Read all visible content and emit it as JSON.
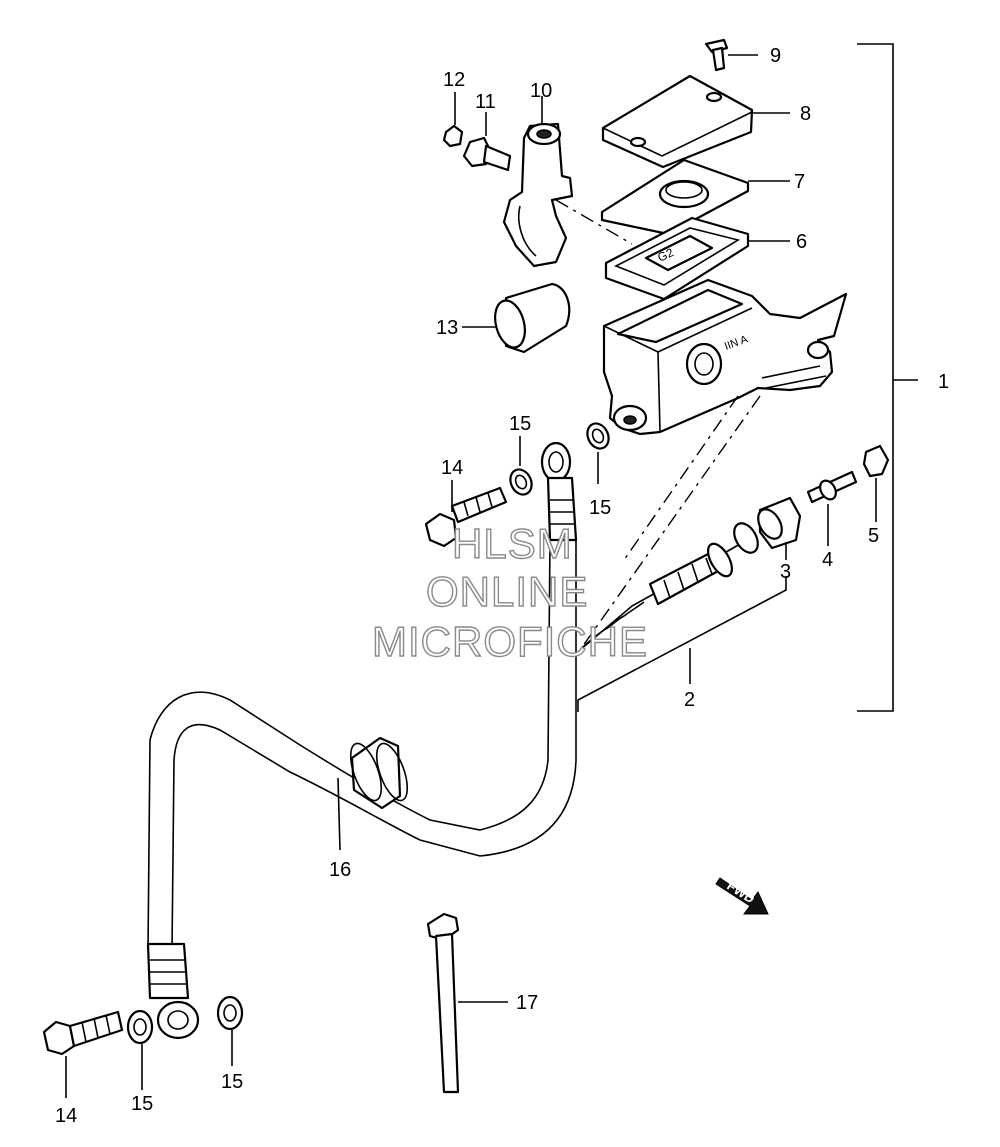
{
  "diagram": {
    "callouts": [
      {
        "id": "c1",
        "text": "1"
      },
      {
        "id": "c2",
        "text": "2"
      },
      {
        "id": "c3",
        "text": "3"
      },
      {
        "id": "c4",
        "text": "4"
      },
      {
        "id": "c5",
        "text": "5"
      },
      {
        "id": "c6",
        "text": "6"
      },
      {
        "id": "c7",
        "text": "7"
      },
      {
        "id": "c8",
        "text": "8"
      },
      {
        "id": "c9",
        "text": "9"
      },
      {
        "id": "c10",
        "text": "10"
      },
      {
        "id": "c11",
        "text": "11"
      },
      {
        "id": "c12",
        "text": "12"
      },
      {
        "id": "c13",
        "text": "13"
      },
      {
        "id": "c14a",
        "text": "14"
      },
      {
        "id": "c14b",
        "text": "14"
      },
      {
        "id": "c15a",
        "text": "15"
      },
      {
        "id": "c15b",
        "text": "15"
      },
      {
        "id": "c15c",
        "text": "15"
      },
      {
        "id": "c15d",
        "text": "15"
      },
      {
        "id": "c16",
        "text": "16"
      },
      {
        "id": "c17",
        "text": "17"
      }
    ],
    "watermark": {
      "line1": "HLSM",
      "line2": "ONLINE",
      "line3": "MICROFICHE"
    },
    "fwd_label": "FWD"
  }
}
